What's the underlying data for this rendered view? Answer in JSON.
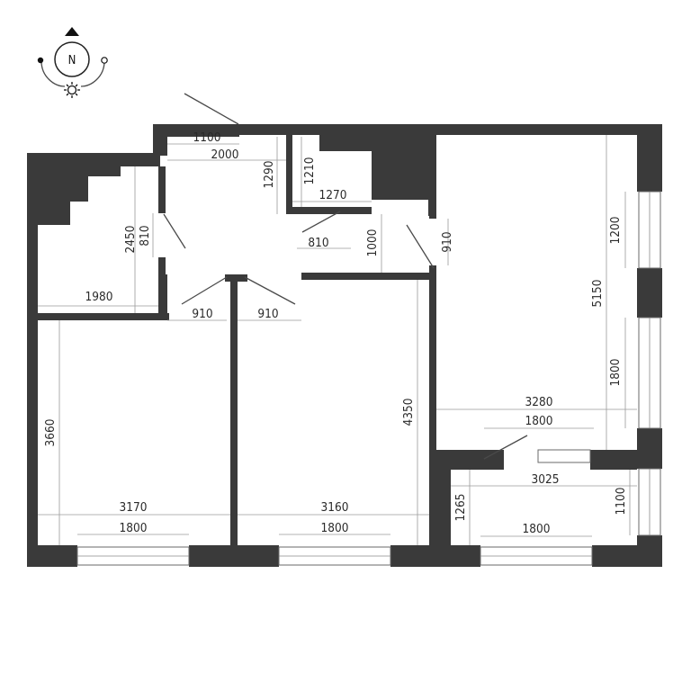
{
  "compass": {
    "north_label": "N"
  },
  "dimensions": {
    "corridor_door_width": "1100",
    "corridor_width": "2000",
    "bath_depth": "1290",
    "wc_depth": "1210",
    "wc_width": "1270",
    "small_room_door": "810",
    "wc_door": "810",
    "hall_depth": "1000",
    "kitchen_door": "910",
    "small_room_depth": "2450",
    "small_room_width": "1980",
    "bedroom1_door": "910",
    "bedroom2_door": "910",
    "kitchen_window_upper": "1200",
    "kitchen_depth": "5150",
    "kitchen_window_lower": "1800",
    "kitchen_width": "3280",
    "kitchen_balcony_door": "1800",
    "balcony_width": "3025",
    "balcony_depth": "1265",
    "balcony_window_side": "1100",
    "balcony_window": "1800",
    "bedroom1_depth": "3660",
    "bedroom1_width": "3170",
    "bedroom1_window": "1800",
    "bedroom2_depth": "4350",
    "bedroom2_width": "3160",
    "bedroom2_window": "1800"
  }
}
